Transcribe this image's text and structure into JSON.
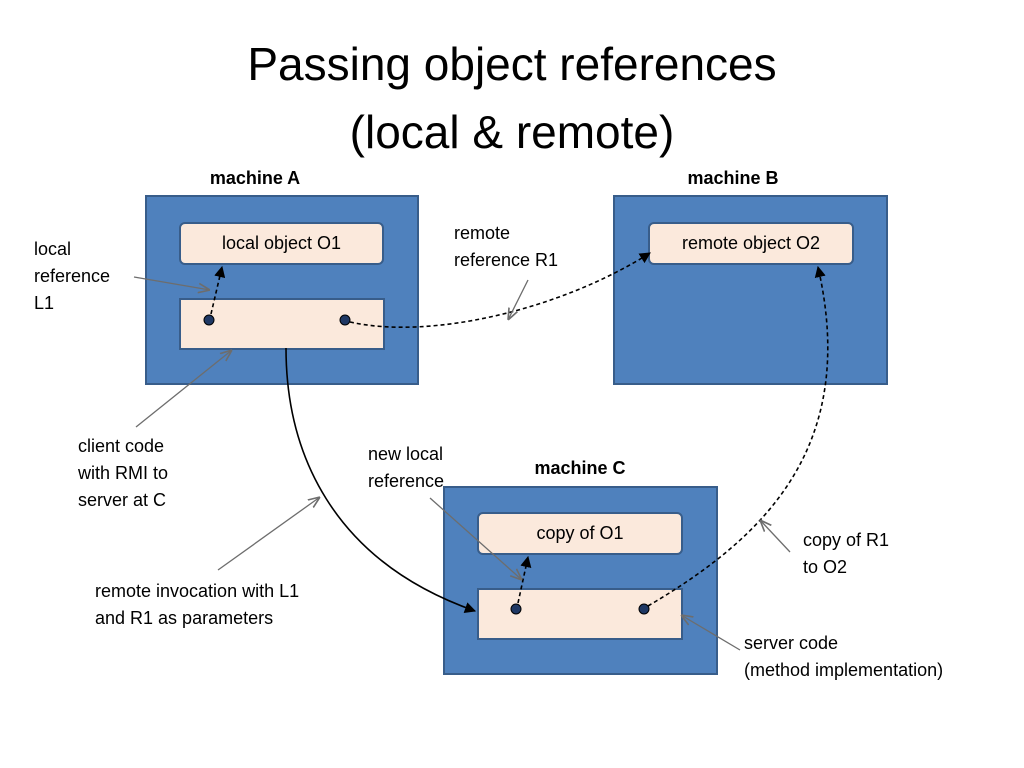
{
  "title": {
    "line1": "Passing object references",
    "line2": "(local & remote)"
  },
  "machines": {
    "a": {
      "label": "machine A",
      "object": "local object O1"
    },
    "b": {
      "label": "machine B",
      "object": "remote object O2"
    },
    "c": {
      "label": "machine C",
      "object": "copy of O1"
    }
  },
  "annotations": {
    "local_reference": "local\nreference\nL1",
    "remote_reference": "remote\nreference R1",
    "client_code": "client code\nwith RMI to\nserver at C",
    "new_local_reference": "new local\nreference",
    "remote_invocation": "remote invocation with L1\nand R1 as parameters",
    "copy_of_r1": "copy of R1\nto O2",
    "server_code": "server code\n(method implementation)"
  },
  "colors": {
    "machine_fill": "#4f81bd",
    "machine_border": "#385d8a",
    "box_fill": "#fbe9dc",
    "arrow": "#000000",
    "pointer": "#808080"
  }
}
